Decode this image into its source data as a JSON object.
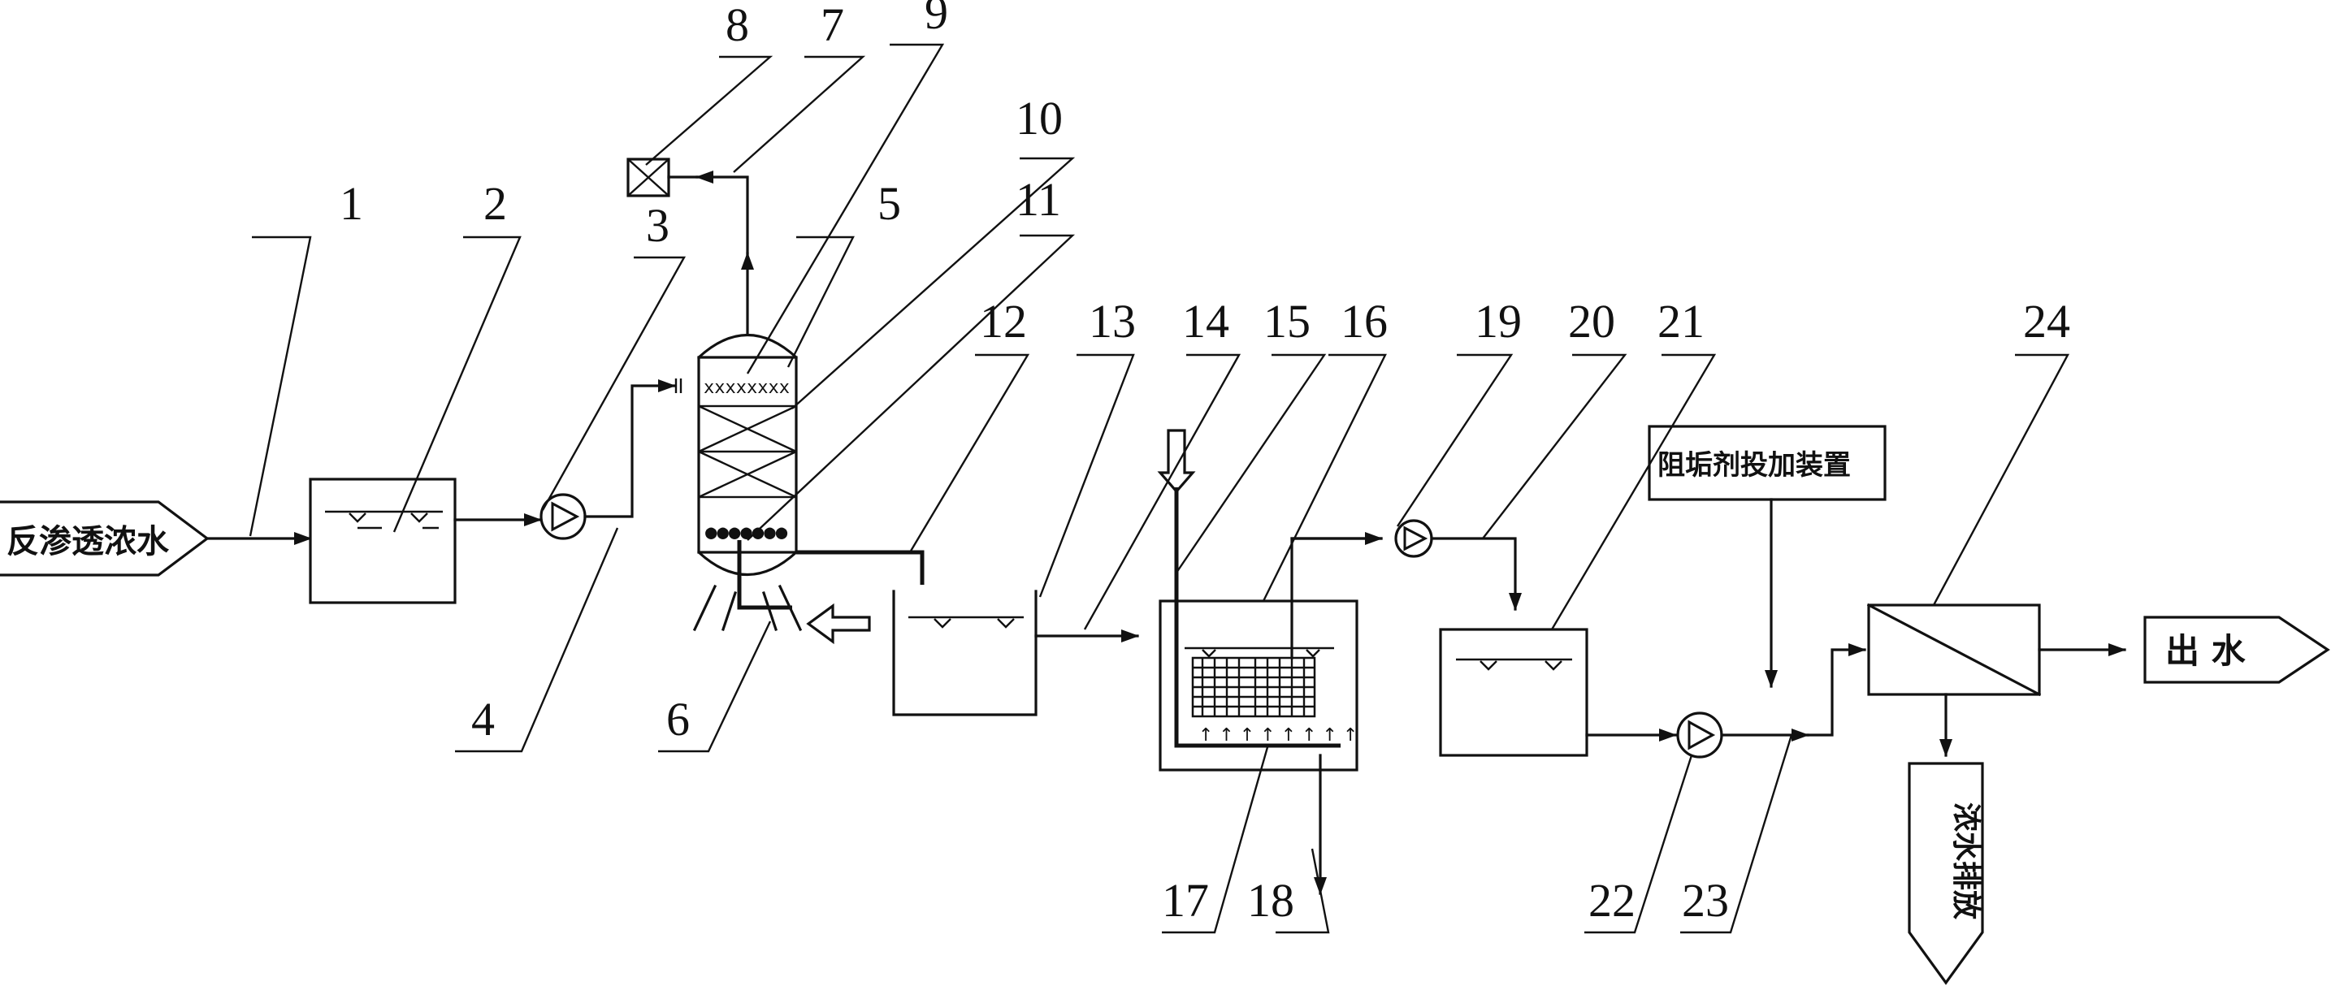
{
  "labels": {
    "inlet": "反渗透浓水",
    "outlet": "出 水",
    "concentrate_discharge": "浓水排放",
    "antiscalant_device": "阻垢剂投加装置"
  },
  "part_numbers": [
    "1",
    "2",
    "3",
    "4",
    "5",
    "6",
    "7",
    "8",
    "9",
    "10",
    "11",
    "12",
    "13",
    "14",
    "15",
    "16",
    "17",
    "18",
    "19",
    "20",
    "21",
    "22",
    "23",
    "24"
  ]
}
